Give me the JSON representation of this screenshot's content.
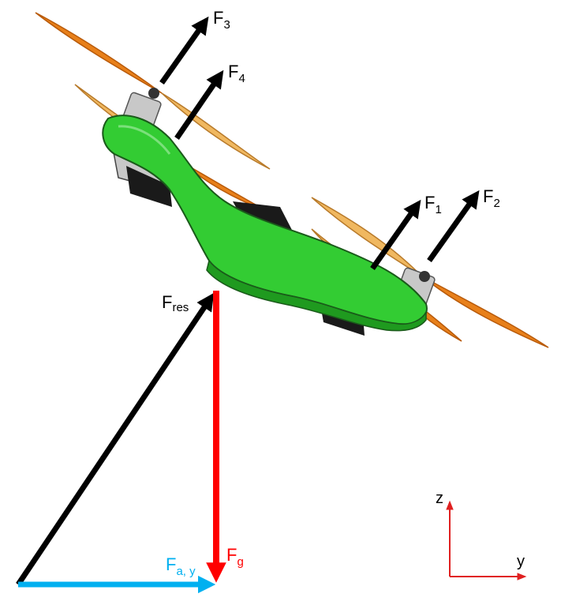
{
  "colors": {
    "thrust": "#000000",
    "gravity": "#ff0000",
    "aero": "#00b0f0",
    "axis": "#e02020",
    "body": "#33cc33",
    "body_dark": "#1f9a1f",
    "propeller": "#e8801a",
    "propeller_light": "#f0b860",
    "motor": "#c8c8c8",
    "shadow": "#1a1a1a"
  },
  "forces": {
    "f1": {
      "base": "F",
      "sub": "1"
    },
    "f2": {
      "base": "F",
      "sub": "2"
    },
    "f3": {
      "base": "F",
      "sub": "3"
    },
    "f4": {
      "base": "F",
      "sub": "4"
    },
    "fres": {
      "base": "F",
      "sub": "res"
    },
    "fg": {
      "base": "F",
      "sub": "g"
    },
    "fay": {
      "base": "F",
      "sub": "a, y"
    }
  },
  "axes": {
    "z": "z",
    "y": "y"
  }
}
